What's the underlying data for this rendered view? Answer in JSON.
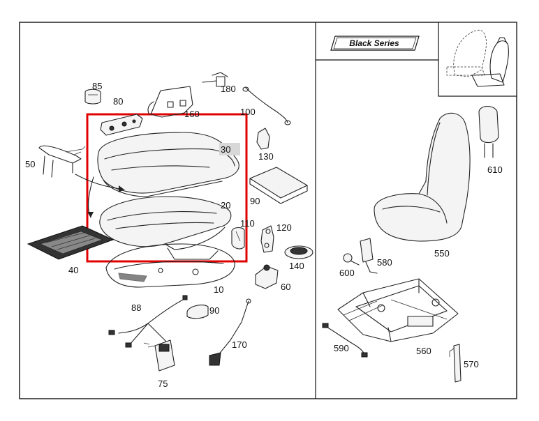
{
  "diagram": {
    "badge_label": "Black Series",
    "highlight_color": "#e00000",
    "part_labels": {
      "p10": "10",
      "p20": "20",
      "p30": "30",
      "p40": "40",
      "p50": "50",
      "p60": "60",
      "p75": "75",
      "p80": "80",
      "p85": "85",
      "p88": "88",
      "p90a": "90",
      "p90b": "90",
      "p100": "100",
      "p110": "110",
      "p120": "120",
      "p130": "130",
      "p140": "140",
      "p160": "160",
      "p170": "170",
      "p180": "180",
      "p550": "550",
      "p560": "560",
      "p570": "570",
      "p580": "580",
      "p590": "590",
      "p600": "600",
      "p610": "610"
    }
  }
}
